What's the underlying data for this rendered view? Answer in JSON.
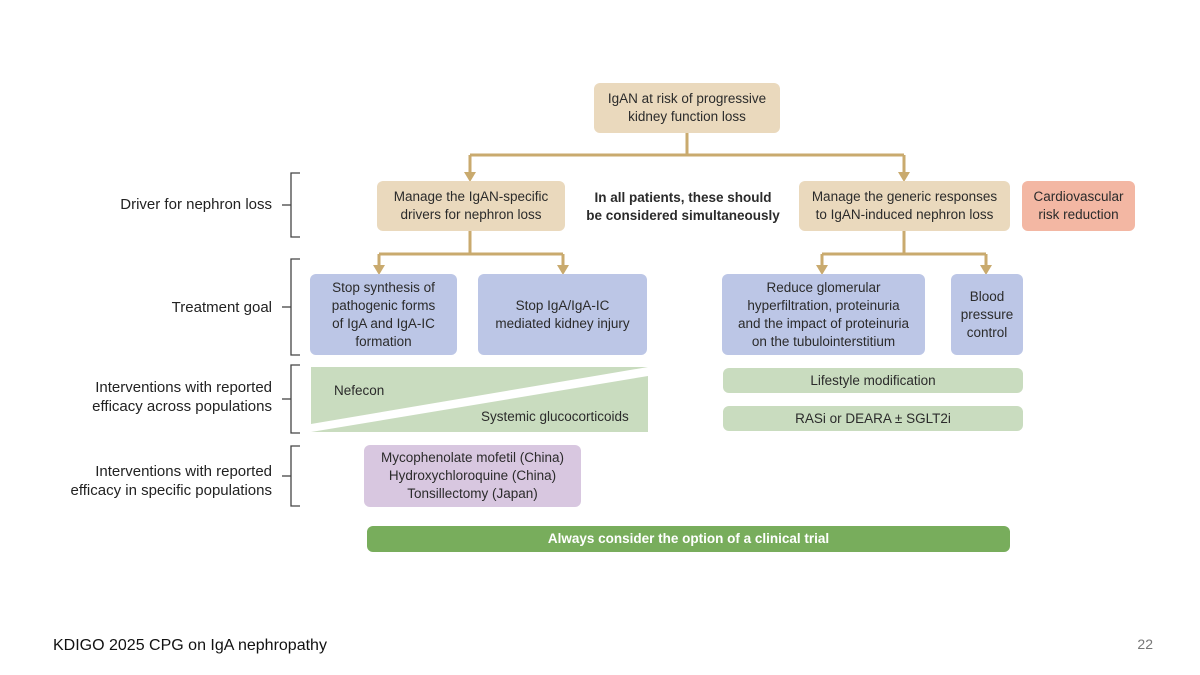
{
  "top_box": "IgAN at risk of progressive\nkidney function loss",
  "side_labels": {
    "driver": "Driver for nephron loss",
    "goal": "Treatment goal",
    "across": "Interventions with reported\nefficacy across populations",
    "specific": "Interventions with reported\nefficacy in specific populations"
  },
  "drivers": {
    "specific": "Manage the IgAN-specific\ndrivers for nephron loss",
    "note": "In all patients, these should\nbe considered simultaneously",
    "generic": "Manage the generic responses\nto IgAN-induced nephron loss",
    "cardio": "Cardiovascular\nrisk reduction"
  },
  "goals": {
    "synthesis": "Stop synthesis of\npathogenic forms\nof IgA and IgA-IC\nformation",
    "injury": "Stop IgA/IgA-IC\nmediated kidney injury",
    "hyper_line1": "Reduce glomerular",
    "hyper_line2": "hyperfiltration, proteinuria",
    "hyper_line3": "and the impact of proteinuria\non the tubulointerstitium",
    "bp": "Blood\npressure\ncontrol"
  },
  "interventions": {
    "nefecon": "Nefecon",
    "glucocorticoids": "Systemic glucocorticoids",
    "lifestyle": "Lifestyle modification",
    "rasi": "RASi or DEARA ± SGLT2i",
    "specific_list": "Mycophenolate mofetil (China)\nHydroxychloroquine (China)\nTonsillectomy (Japan)"
  },
  "trial": "Always consider the option of a clinical trial",
  "footer": "KDIGO 2025 CPG on IgA nephropathy",
  "page_number": "22",
  "colors": {
    "tan": "#ead9bd",
    "blue": "#bcc6e6",
    "green": "#c9dcbf",
    "salmon": "#f3b7a3",
    "purple": "#d8c7e0",
    "trial_green": "#78ad5c",
    "connector": "#c9aa6e"
  }
}
